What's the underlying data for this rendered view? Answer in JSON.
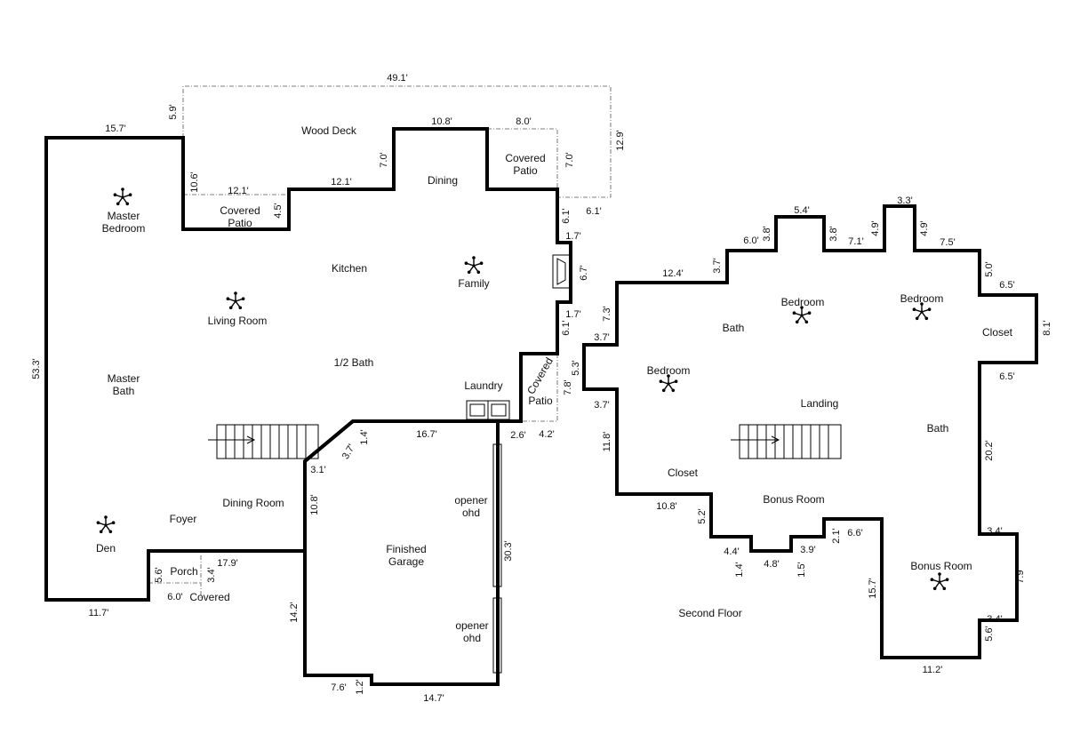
{
  "colors": {
    "wall": "#000000",
    "background": "#ffffff",
    "outline": "#555555"
  },
  "icons": [
    "ceiling-fan-icon",
    "fireplace-icon",
    "stairs-icon",
    "washer-dryer-icon",
    "garage-door-icon"
  ],
  "rooms": [
    {
      "id": "wood-deck",
      "text": "Wood Deck"
    },
    {
      "id": "covered-patio-rear",
      "text": "Covered\nPatio"
    },
    {
      "id": "dining",
      "text": "Dining"
    },
    {
      "id": "master-bedroom",
      "text": "Master\nBedroom"
    },
    {
      "id": "covered-patio-left",
      "text": "Covered\nPatio"
    },
    {
      "id": "kitchen",
      "text": "Kitchen"
    },
    {
      "id": "family",
      "text": "Family"
    },
    {
      "id": "living-room",
      "text": "Living Room"
    },
    {
      "id": "master-bath",
      "text": "Master\nBath"
    },
    {
      "id": "half-bath",
      "text": "1/2 Bath"
    },
    {
      "id": "laundry",
      "text": "Laundry"
    },
    {
      "id": "covered-side-a",
      "text": "Covered"
    },
    {
      "id": "covered-side-b",
      "text": "Patio"
    },
    {
      "id": "dining-room",
      "text": "Dining Room"
    },
    {
      "id": "foyer",
      "text": "Foyer"
    },
    {
      "id": "den",
      "text": "Den"
    },
    {
      "id": "porch",
      "text": "Porch"
    },
    {
      "id": "covered-front",
      "text": "Covered"
    },
    {
      "id": "finished-garage",
      "text": "Finished\nGarage"
    },
    {
      "id": "opener-1",
      "text": "opener\nohd"
    },
    {
      "id": "opener-2",
      "text": "opener\nohd"
    },
    {
      "id": "bedroom-1",
      "text": "Bedroom"
    },
    {
      "id": "bedroom-2",
      "text": "Bedroom"
    },
    {
      "id": "bath-1",
      "text": "Bath"
    },
    {
      "id": "closet-1",
      "text": "Closet"
    },
    {
      "id": "bedroom-3",
      "text": "Bedroom"
    },
    {
      "id": "landing",
      "text": "Landing"
    },
    {
      "id": "bath-2",
      "text": "Bath"
    },
    {
      "id": "closet-2",
      "text": "Closet"
    },
    {
      "id": "bonus-room-1",
      "text": "Bonus Room"
    },
    {
      "id": "bonus-room-2",
      "text": "Bonus Room"
    },
    {
      "id": "second-floor",
      "text": "Second Floor"
    }
  ],
  "dimensions": [
    "49.1'",
    "5.9'",
    "15.7'",
    "10.8'",
    "8.0'",
    "12.9'",
    "7.0'",
    "7.0'",
    "10.6'",
    "12.1'",
    "12.1'",
    "4.5'",
    "6.1'",
    "6.1'",
    "1.7'",
    "6.7'",
    "1.7'",
    "6.1'",
    "7.8'",
    "53.3'",
    "1.4'",
    "3.7'",
    "16.7'",
    "2.6'",
    "4.2'",
    "3.1'",
    "10.8'",
    "30.3'",
    "17.9'",
    "5.6'",
    "3.4'",
    "6.0'",
    "11.7'",
    "14.2'",
    "7.6'",
    "1.2'",
    "14.7'",
    "3.3'",
    "5.4'",
    "4.9'",
    "4.9'",
    "3.8'",
    "3.8'",
    "6.0'",
    "7.1'",
    "7.5'",
    "12.4'",
    "3.7'",
    "5.0'",
    "6.5'",
    "7.3'",
    "8.1'",
    "3.7'",
    "5.3'",
    "6.5'",
    "3.7'",
    "11.8'",
    "20.2'",
    "10.8'",
    "5.2'",
    "2.1'",
    "6.6'",
    "4.4'",
    "4.8'",
    "3.9'",
    "1.4'",
    "1.5'",
    "3.4'",
    "15.7'",
    "7.9'",
    "3.4'",
    "5.6'",
    "11.2'"
  ]
}
